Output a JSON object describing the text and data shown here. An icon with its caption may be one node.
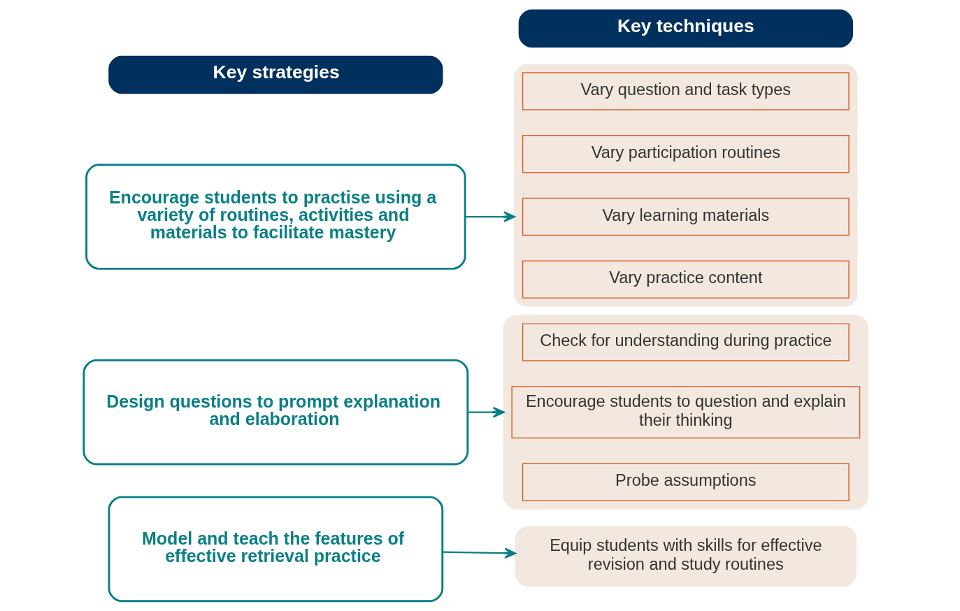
{
  "diagram": {
    "nodes": [
      {
        "text": [
          "Key strategies"
        ]
      },
      {
        "text": [
          "Key techniques"
        ]
      },
      {
        "text": [
          "Encourage students to practise using a variety of routines, activities and materials to facilitate mastery"
        ]
      },
      {
        "text": [
          "Design questions to prompt explanation and elaboration"
        ]
      },
      {
        "text": [
          "Model and teach the features of effective retrieval practice"
        ]
      },
      {
        "text": [],
        "shape": "box"
      },
      {
        "text": [
          "Vary question and task types"
        ],
        "in": 5
      },
      {
        "text": [
          "Vary participation routines"
        ],
        "in": 5
      },
      {
        "text": [
          "Vary learning materials"
        ],
        "in": 5
      },
      {
        "text": [
          "Vary practice content"
        ],
        "in": 5
      },
      {
        "text": [],
        "shape": "box"
      },
      {
        "text": [
          "Check for understanding during practice"
        ],
        "in": 10
      },
      {
        "text": [
          "Encourage students to question and explain their thinking"
        ],
        "in": 10
      },
      {
        "text": [
          "Probe assumptions"
        ],
        "in": 10
      },
      {
        "text": [
          "Equip students with skills for effective revision and study routines"
        ]
      }
    ],
    "edges": [
      {
        "from": 2,
        "to": 5,
        "arrow": "to"
      },
      {
        "from": 3,
        "to": 10,
        "arrow": "to"
      },
      {
        "from": 4,
        "to": 14,
        "arrow": "to"
      }
    ]
  }
}
